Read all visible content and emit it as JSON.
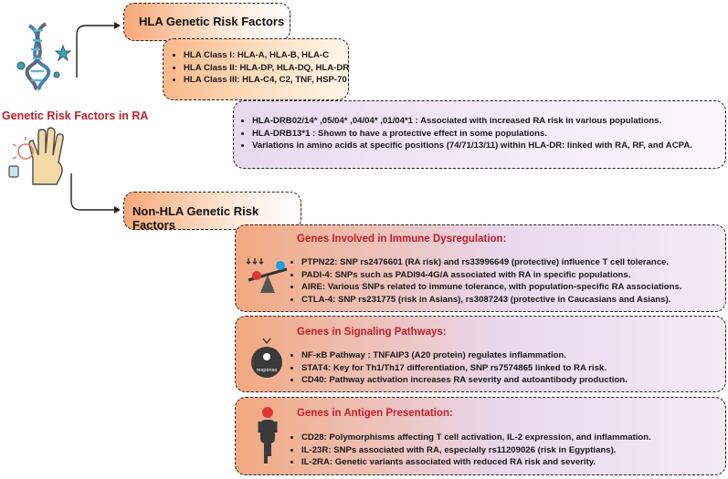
{
  "root": {
    "label": "Genetic Risk Factors in RA"
  },
  "hla": {
    "title": "HLA Genetic Risk Factors",
    "classes": [
      "HLA Class I: HLA-A, HLA-B, HLA-C",
      "HLA Class II: HLA-DP, HLA-DQ, HLA-DR",
      "HLA Class III: HLA-C4, C2, TNF, HSP-70"
    ],
    "details": [
      "HLA-DRB02/14* ,05/04* ,04/04* ,01/04*1 : Associated with increased RA risk in various populations.",
      "HLA-DRB13*1 : Shown to have a protective effect in some populations.",
      "Variations in amino acids at specific positions (74/71/13/11) within HLA-DR: linked with RA, RF, and ACPA."
    ]
  },
  "nonhla": {
    "title": "Non-HLA Genetic Risk Factors",
    "groups": [
      {
        "title": "Genes Involved in Immune Dysregulation:",
        "items": [
          "PTPN22: SNP rs2476601 (RA risk) and rs33996649 (protective) influence T cell tolerance.",
          "PADI-4: SNPs such as PADI94-4G/A associated with RA in specific populations.",
          "AIRE: Various SNPs related to immune tolerance, with population-specific RA associations.",
          "CTLA-4: SNP rs231775 (risk in Asians), rs3087243 (protective in Caucasians and Asians)."
        ]
      },
      {
        "title": "Genes in Signaling Pathways:",
        "icon_label": "response",
        "items": [
          "NF-κB Pathway : TNFAIP3 (A20 protein) regulates inflammation.",
          "STAT4: Key for Th1/Th17 differentiation, SNP rs7574865 linked to RA risk.",
          "CD40: Pathway activation increases RA severity and autoantibody production."
        ]
      },
      {
        "title": "Genes in Antigen Presentation:",
        "items": [
          "CD28: Polymorphisms affecting T cell activation, IL-2 expression, and inflammation.",
          "IL-23R: SNPs associated with RA, especially rs11209026 (risk in Egyptians).",
          "IL-2RA: Genetic variants associated with reduced RA risk and severity."
        ]
      }
    ]
  },
  "colors": {
    "accent_red": "#c0202a",
    "orange_gradient_start": "#f8a878",
    "purple_box": "#ece2f4",
    "lilac_gradient": "#e7d8f0"
  }
}
